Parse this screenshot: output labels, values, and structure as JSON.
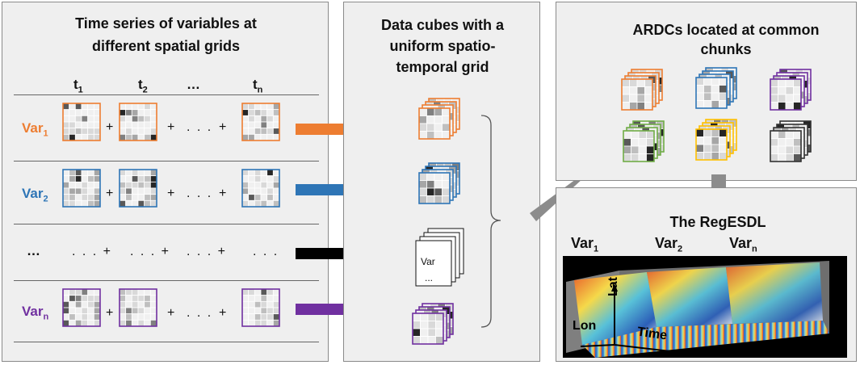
{
  "left_panel": {
    "title_line1": "Time series of variables at",
    "title_line2": "different spatial grids",
    "time_headers": [
      {
        "base": "t",
        "sub": "1"
      },
      {
        "base": "t",
        "sub": "2"
      },
      {
        "base": "…",
        "sub": ""
      },
      {
        "base": "t",
        "sub": "n"
      }
    ],
    "rows": [
      {
        "base": "Var",
        "sub": "1",
        "color": "#ed7d31"
      },
      {
        "base": "Var",
        "sub": "2",
        "color": "#2e75b6"
      },
      {
        "base": "…",
        "sub": "",
        "color": "#111111"
      },
      {
        "base": "Var",
        "sub": "n",
        "color": "#7030a0"
      }
    ],
    "plus": "+",
    "ellipsis": ". . .",
    "ellipsis_plus": ". . . +"
  },
  "middle_panel": {
    "title_line1": "Data cubes with a",
    "title_line2": "uniform spatio-",
    "title_line3": "temporal grid",
    "blank_cube_label1": "Var",
    "blank_cube_label2": "..."
  },
  "top_right_panel": {
    "title_line1": "ARDCs  located at common",
    "title_line2": "chunks",
    "cube_colors": [
      "#ed7d31",
      "#2e75b6",
      "#7030a0",
      "#70ad47",
      "#ffc000",
      "#333333"
    ]
  },
  "bottom_right_panel": {
    "title": "The RegESDL",
    "var_labels": [
      {
        "base": "Var",
        "sub": "1"
      },
      {
        "base": "Var",
        "sub": "2"
      },
      {
        "base": "Var",
        "sub": "n"
      }
    ],
    "axis_lon": "Lon",
    "axis_lat": "Lat",
    "axis_time": "Time"
  },
  "colors": {
    "orange": "#ed7d31",
    "blue": "#2e75b6",
    "black": "#000000",
    "purple": "#7030a0",
    "connector_gray": "#8c8c8c"
  }
}
